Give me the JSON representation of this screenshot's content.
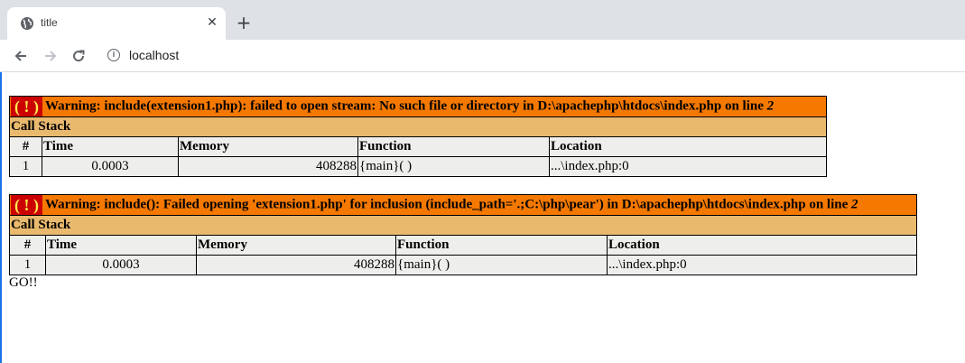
{
  "browser": {
    "tab_title": "title",
    "tab_close": "✕",
    "new_tab": "+",
    "url": "localhost"
  },
  "colors": {
    "error_header": "#f57900",
    "call_stack_header": "#e9b96e",
    "row_bg": "#eeeeec",
    "badge_bg": "#cc0000",
    "badge_fg": "#fce94f"
  },
  "errors": [
    {
      "badge": "( ! )",
      "message": "Warning: include(extension1.php): failed to open stream: No such file or directory in D:\\apachephp\\htdocs\\index.php on line ",
      "line": "2",
      "call_stack_label": "Call Stack",
      "columns": [
        "#",
        "Time",
        "Memory",
        "Function",
        "Location"
      ],
      "rows": [
        {
          "num": "1",
          "time": "0.0003",
          "memory": "408288",
          "function": "{main}( )",
          "location": "...\\index.php:0"
        }
      ]
    },
    {
      "badge": "( ! )",
      "message": "Warning: include(): Failed opening 'extension1.php' for inclusion (include_path='.;C:\\php\\pear') in D:\\apachephp\\htdocs\\index.php on line ",
      "line": "2",
      "call_stack_label": "Call Stack",
      "columns": [
        "#",
        "Time",
        "Memory",
        "Function",
        "Location"
      ],
      "rows": [
        {
          "num": "1",
          "time": "0.0003",
          "memory": "408288",
          "function": "{main}( )",
          "location": "...\\index.php:0"
        }
      ]
    }
  ],
  "output_text": "GO!!"
}
